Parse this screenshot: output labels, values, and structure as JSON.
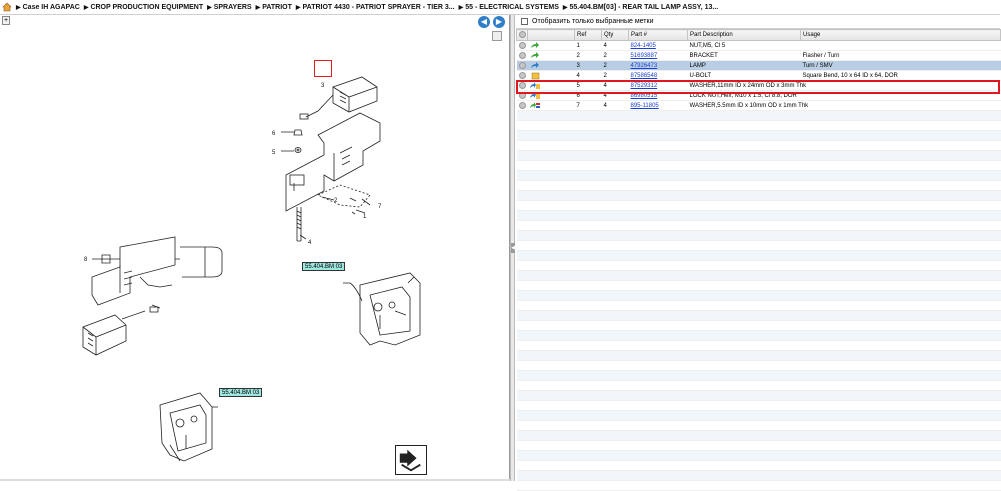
{
  "breadcrumb": [
    "Case IH AGAPAC",
    "CROP PRODUCTION EQUIPMENT",
    "SPRAYERS",
    "PATRIOT",
    "PATRIOT 4430 - PATRIOT SPRAYER - TIER 3...",
    "55 - ELECTRICAL SYSTEMS",
    "55.404.BM[03] - REAR TAIL LAMP ASSY, 13..."
  ],
  "diagram": {
    "callouts": [
      "55.404.BM 03",
      "55.404.BM 03"
    ],
    "labels": [
      "3",
      "6",
      "5",
      "2",
      "7",
      "1",
      "4",
      "8"
    ]
  },
  "filter": {
    "label": "Отобразить только выбранные метки",
    "checked": false
  },
  "table": {
    "headers": [
      "",
      "",
      "Ref",
      "Qty",
      "Part #",
      "Part Description",
      "Usage"
    ],
    "rows": [
      {
        "ref": "1",
        "qty": "4",
        "part": "824-1405",
        "desc": "NUT,M5, Cl 5",
        "usage": "",
        "icon": "green-arrow-icon",
        "selected": false
      },
      {
        "ref": "2",
        "qty": "2",
        "part": "51693887",
        "desc": "BRACKET",
        "usage": "Flasher / Turn",
        "icon": "green-arrow-icon",
        "selected": false
      },
      {
        "ref": "3",
        "qty": "2",
        "part": "47926473",
        "desc": "LAMP",
        "usage": "Turn / SMV",
        "icon": "blue-arrow-icon",
        "selected": true
      },
      {
        "ref": "4",
        "qty": "2",
        "part": "87586548",
        "desc": "U-BOLT",
        "usage": "Square Bend, 10 x 64 ID x 64, DOR",
        "icon": "package-icon",
        "selected": false
      },
      {
        "ref": "5",
        "qty": "4",
        "part": "87529312",
        "desc": "WASHER,11mm ID x 24mm OD x 3mm Thk",
        "usage": "",
        "icon": "blue-arrow-package-icon",
        "selected": false
      },
      {
        "ref": "6",
        "qty": "4",
        "part": "86980515",
        "desc": "LOCK NUT,Hex, M10 x 1.5, Cl 8.8, DOR",
        "usage": "",
        "icon": "blue-arrow-package-icon",
        "selected": false
      },
      {
        "ref": "7",
        "qty": "4",
        "part": "895-11805",
        "desc": "WASHER,5.5mm ID x 10mm OD x 1mm Thk",
        "usage": "",
        "icon": "green-arrow-flag-icon",
        "selected": false
      }
    ]
  },
  "colors": {
    "selection": "#b9cde4",
    "highlight": "#e0171f",
    "link": "#1a3fd6",
    "callout": "#9ee6e0"
  }
}
